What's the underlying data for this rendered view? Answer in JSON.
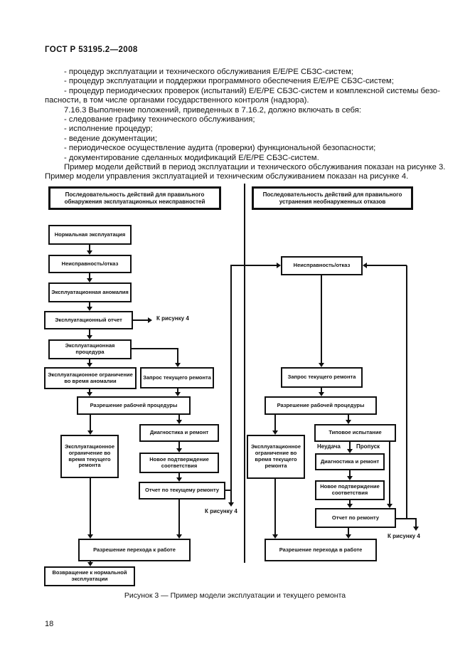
{
  "page": {
    "doc_number": "ГОСТ Р 53195.2—2008",
    "page_number": "18",
    "figure_caption": "Рисунок 3 — Пример модели эксплуатации и текущего ремонта"
  },
  "body": {
    "lines": [
      {
        "t": "- процедур эксплуатации и технического обслуживания Е/Е/РЕ СБЗС-систем;"
      },
      {
        "t": "- процедур эксплуатации и поддержки программного обеспечения Е/Е/РЕ СБЗС-систем;"
      },
      {
        "t": "- процедур периодических проверок (испытаний) Е/Е/РЕ СБЗС-систем и комплексной системы безо-"
      },
      {
        "t": "пасности, в том числе органами государственного контроля (надзора)."
      },
      {
        "t": "7.16.3 Выполнение положений, приведенных в 7.16.2, должно включать в себя:"
      },
      {
        "t": "- следование графику технического обслуживания;"
      },
      {
        "t": "- исполнение процедур;"
      },
      {
        "t": "- ведение документации;"
      },
      {
        "t": "- периодическое осуществление аудита (проверки) функциональной безопасности;"
      },
      {
        "t": "- документирование сделанных модификаций Е/Е/РЕ СБЗС-систем."
      },
      {
        "t": "Пример модели действий в период эксплуатации и технического обслуживания показан на рисунке 3."
      },
      {
        "t": "Пример модели управления эксплуатацией и техническим обслуживанием показан на рисунке 4."
      }
    ]
  },
  "flowchart": {
    "left_title": "Последовательность действий для правильного обнаружения эксплуатационных неисправностей",
    "right_title": "Последовательность действий для правильного устранения необнаруженных отказов",
    "nodes": {
      "normal_operation": "Нормальная эксплуатация",
      "fault_left": "Неисправность/отказ",
      "anomaly": "Эксплуатационная аномалия",
      "op_report": "Эксплуатационный отчет",
      "op_procedure": "Эксплуатационная процедура",
      "constraint_anomaly": "Эксплуатационное ограничение во время аномалии",
      "repair_request_left": "Запрос текущего ремонта",
      "work_permit_left": "Разрешение рабочей процедуры",
      "constraint_repair_left": "Эксплуатационное ограничение во время текущего ремонта",
      "diagnostics_left": "Диагностика и ремонт",
      "revalidation_left": "Новое подтверждение соответствия",
      "repair_report_left": "Отчет по текущему ремонту",
      "transition_left": "Разрешение перехода к работе",
      "return_normal": "Возвращение к нормальной эксплуатации",
      "fault_right": "Неисправность/отказ",
      "repair_request_right": "Запрос текущего ремонта",
      "work_permit_right": "Разрешение рабочей процедуры",
      "constraint_repair_right": "Эксплуатационное ограничение во время текущего ремонта",
      "type_test": "Типовое испытание",
      "diagnostics_right": "Диагностика и ремонт",
      "revalidation_right": "Новое подтверждение соответствия",
      "repair_report_right": "Отчет по ремонту",
      "transition_right": "Разрешение перехода в работе"
    },
    "labels": {
      "to_fig4": "К рисунку 4",
      "fail": "Неудача",
      "pass": "Пропуск"
    }
  }
}
